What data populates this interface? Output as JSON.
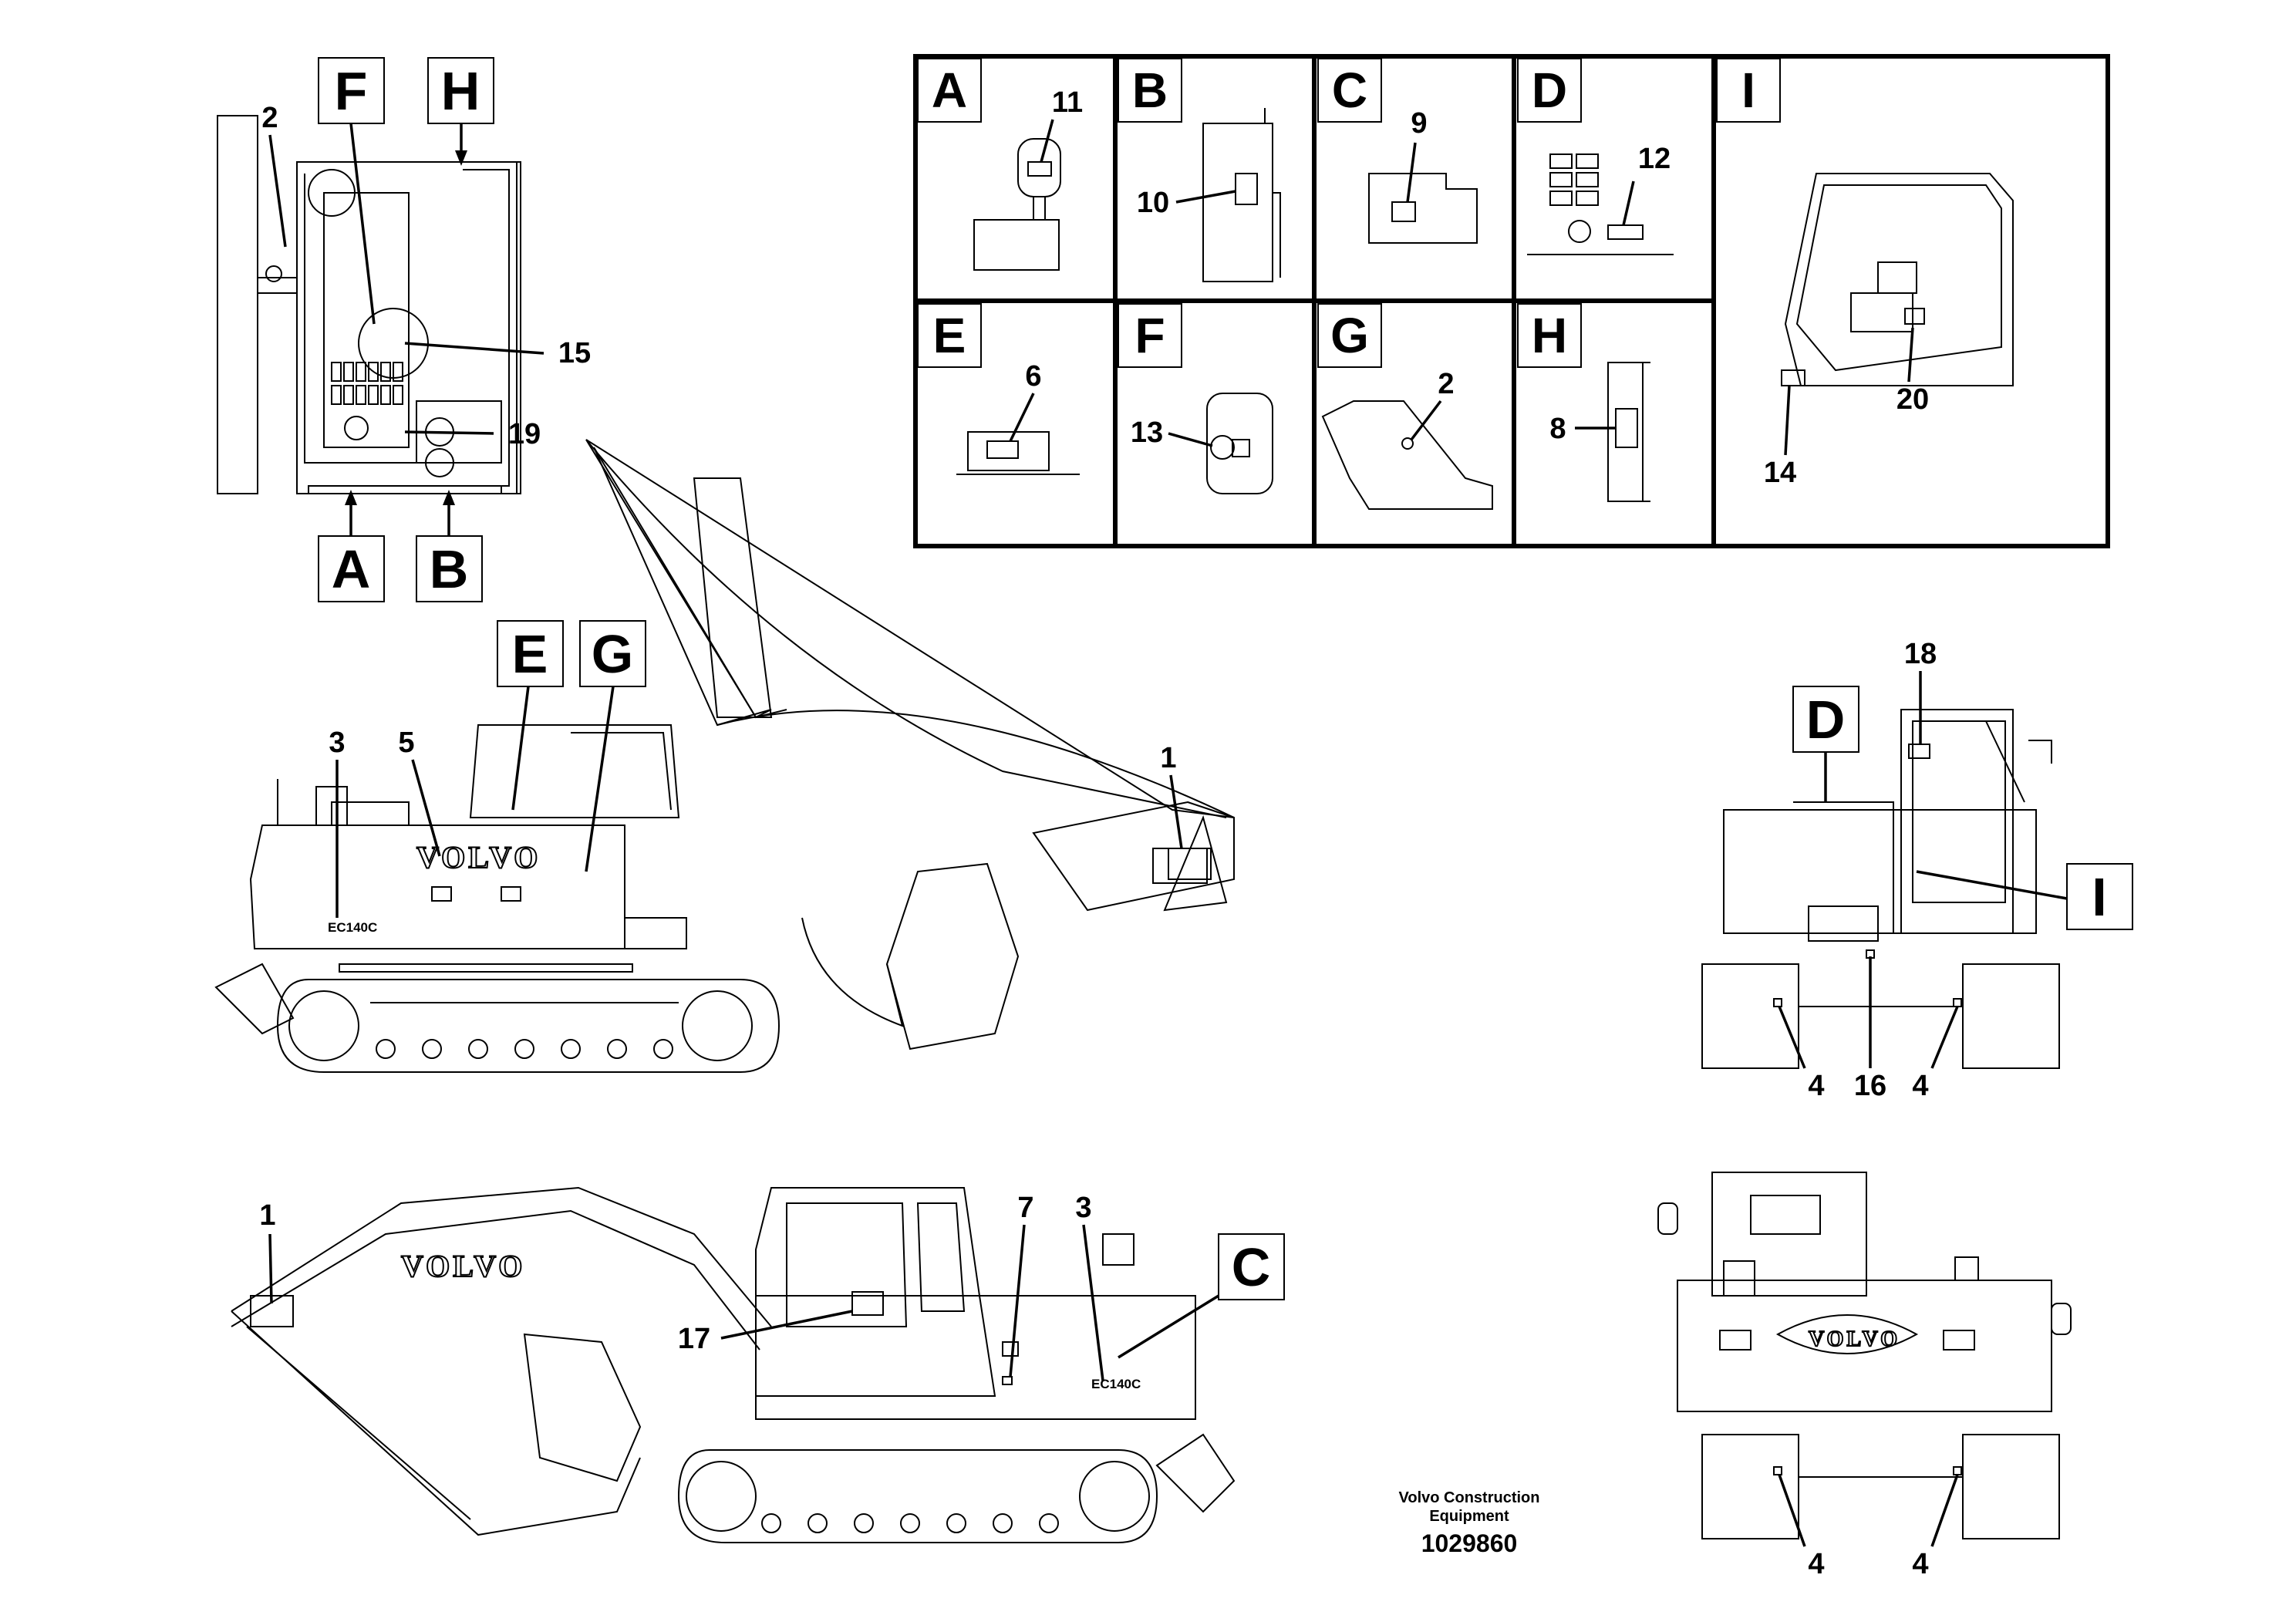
{
  "views": {
    "top": {
      "letters": [
        "F",
        "H",
        "A",
        "B"
      ],
      "numbers": [
        "2",
        "15",
        "19"
      ]
    },
    "panels": [
      {
        "letter": "A",
        "numbers": [
          "11"
        ]
      },
      {
        "letter": "B",
        "numbers": [
          "10"
        ]
      },
      {
        "letter": "C",
        "numbers": [
          "9"
        ]
      },
      {
        "letter": "D",
        "numbers": [
          "12"
        ]
      },
      {
        "letter": "I",
        "numbers": [
          "20",
          "14"
        ]
      },
      {
        "letter": "E",
        "numbers": [
          "6"
        ]
      },
      {
        "letter": "F",
        "numbers": [
          "13"
        ]
      },
      {
        "letter": "G",
        "numbers": [
          "2"
        ]
      },
      {
        "letter": "H",
        "numbers": [
          "8"
        ]
      }
    ],
    "left_side": {
      "letters": [
        "E",
        "G"
      ],
      "numbers": [
        "3",
        "5",
        "1"
      ],
      "brand": "VOLVO",
      "model": "EC140C"
    },
    "right_side": {
      "letters": [
        "C"
      ],
      "numbers": [
        "1",
        "17",
        "7",
        "3"
      ],
      "brand": "VOLVO",
      "model": "EC140C"
    },
    "rear": {
      "letters": [
        "D",
        "I"
      ],
      "numbers": [
        "18",
        "4",
        "16",
        "4"
      ]
    },
    "front": {
      "numbers": [
        "4",
        "4"
      ],
      "brand": "VOLVO"
    }
  },
  "footer": {
    "company_line1": "Volvo Construction",
    "company_line2": "Equipment",
    "drawing_number": "1029860"
  }
}
